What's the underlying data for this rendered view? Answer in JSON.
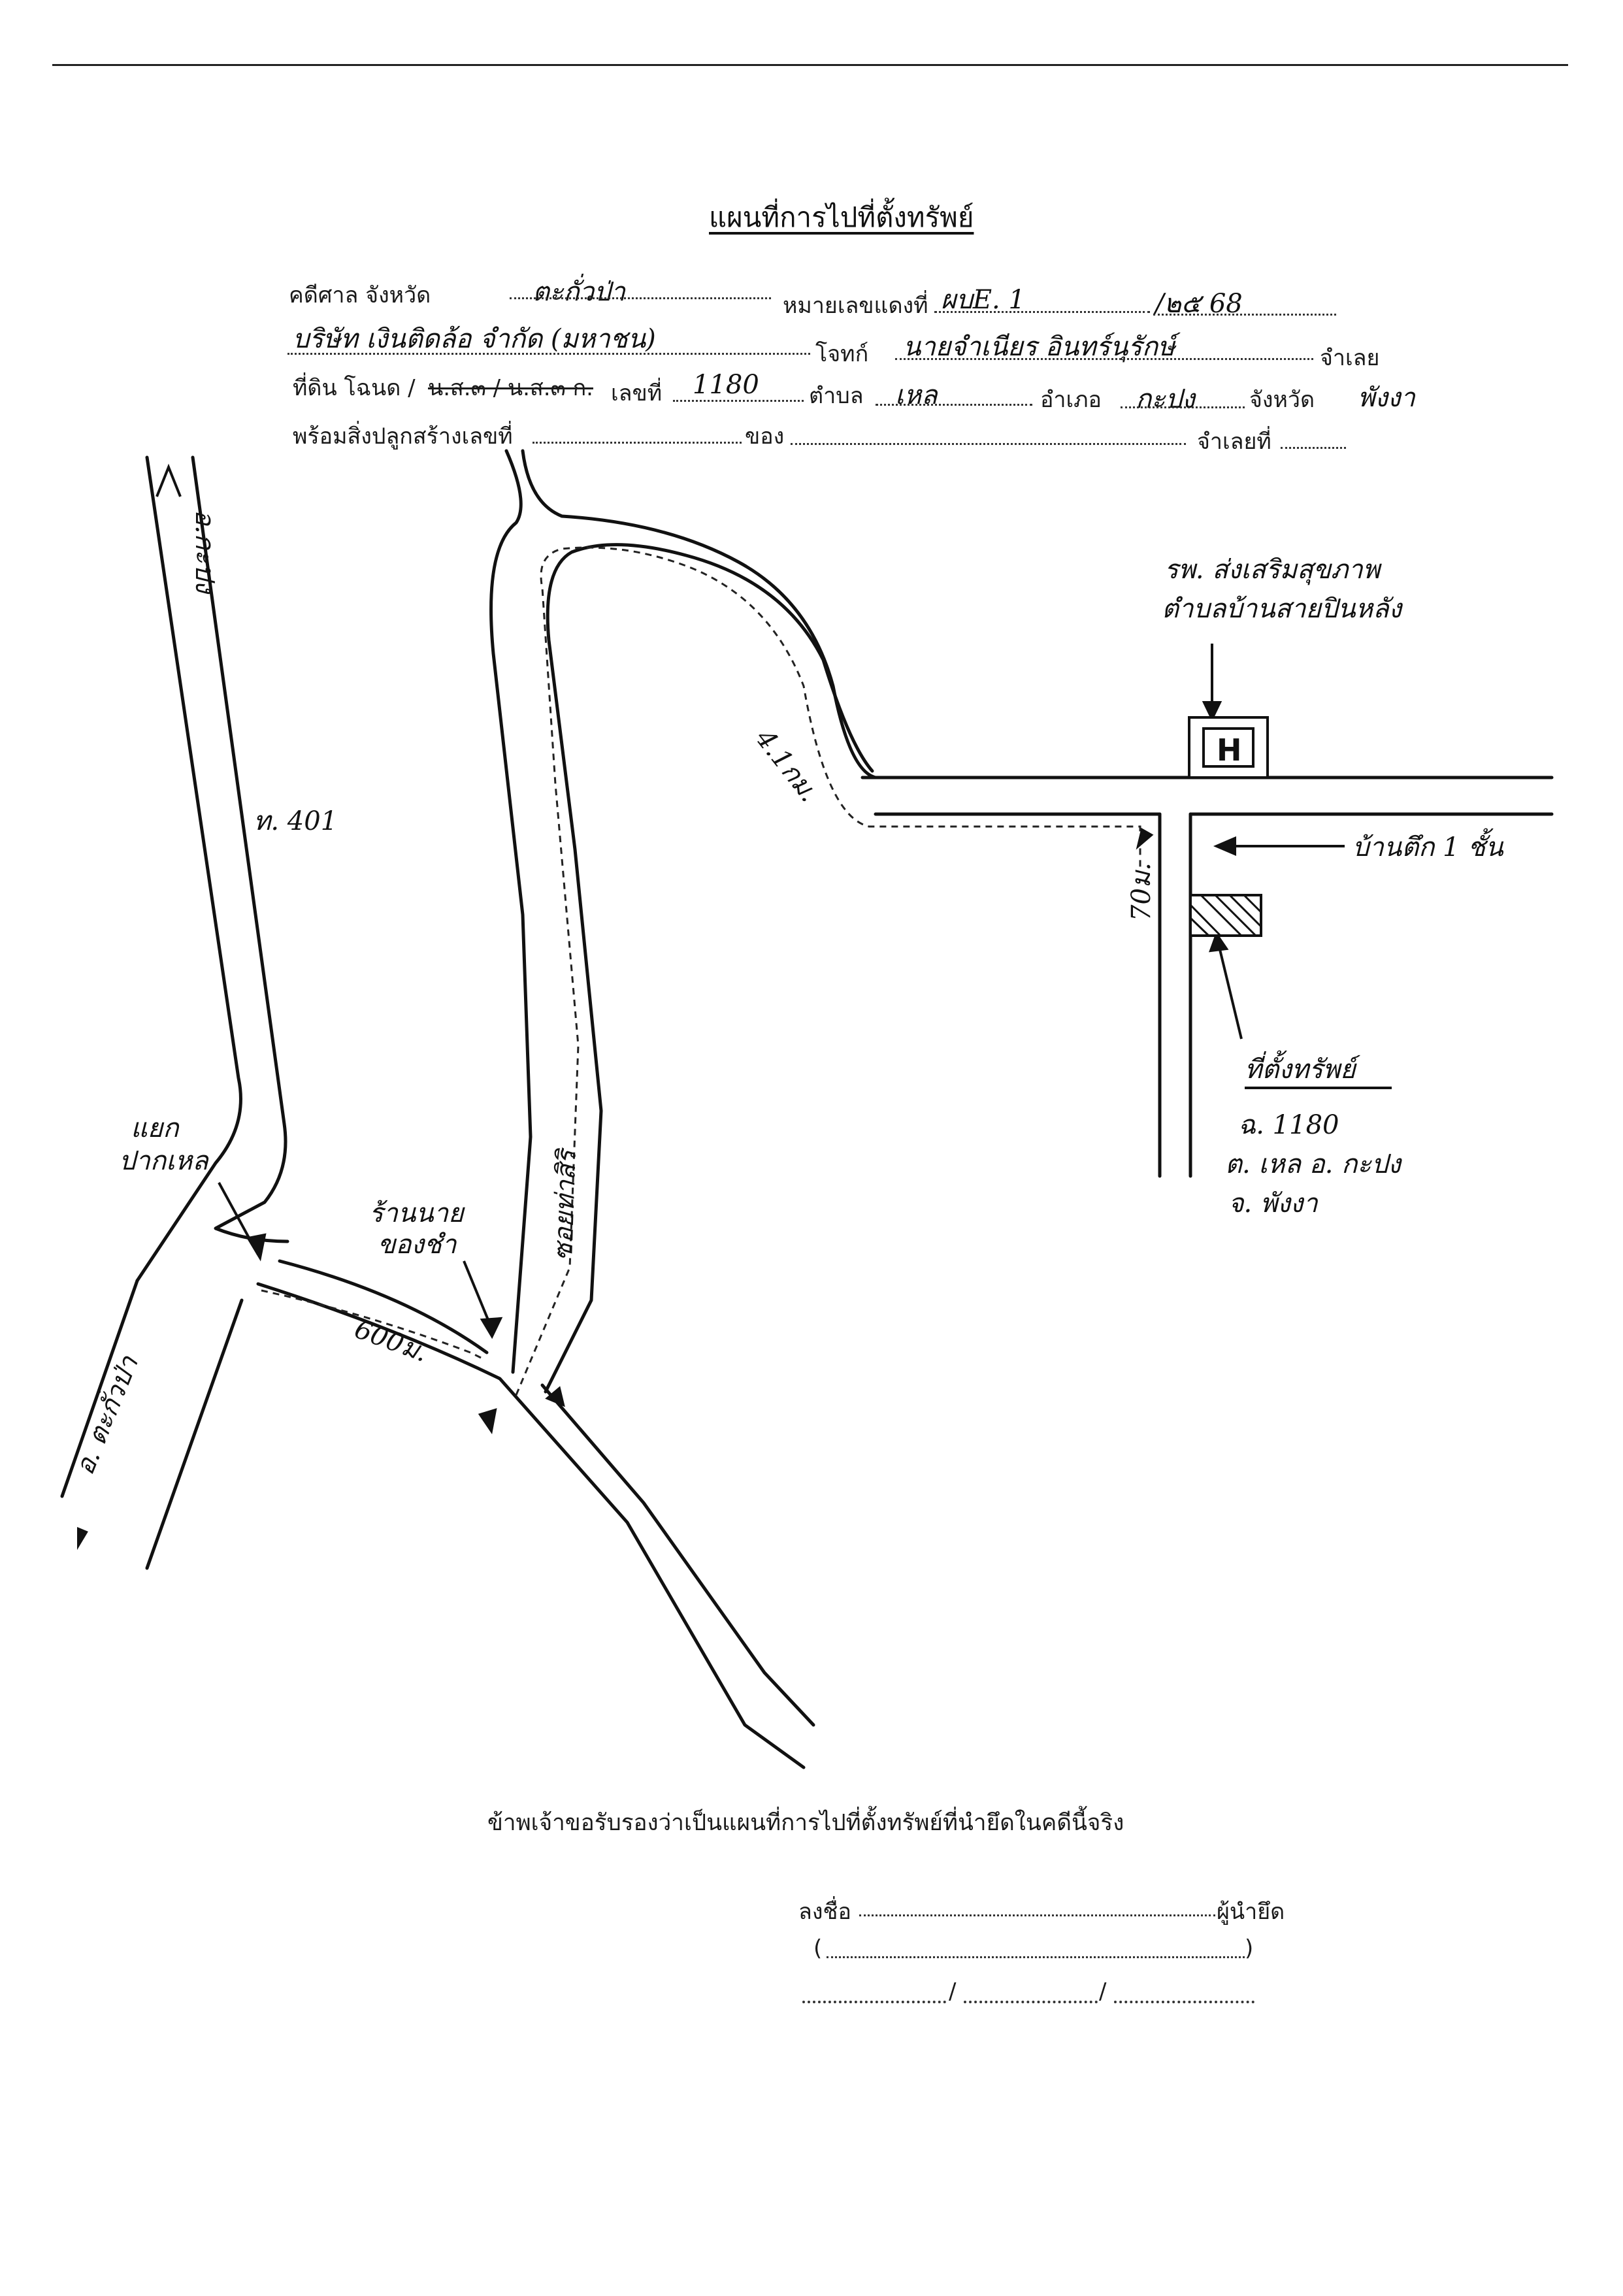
{
  "header": {
    "title": "แผนที่การไปที่ตั้งทรัพย์"
  },
  "form": {
    "line1": {
      "court_label": "คดีศาล จังหวัด",
      "court_value": "ตะกั่วป่า",
      "case_no_label": "หมายเลขแดงที่",
      "case_no_value": "ผบE. 1",
      "case_year_value": "/๒๕ 68"
    },
    "line2": {
      "plaintiff_value": "บริษัท เงินติดล้อ จำกัด (มหาชน)",
      "plaintiff_label": "โจทก์",
      "defendant_value": "นายจำเนียร อินทร์นุรักษ์",
      "defendant_label": "จำเลย"
    },
    "line3": {
      "land_label": "ที่ดิน โฉนด /",
      "doc_types": "น.ส.๓ / น.ส.๓ ก.",
      "number_label": "เลขที่",
      "number_value": "1180",
      "subdistrict_label": "ตำบล",
      "subdistrict_value": "เหล",
      "district_label": "อำเภอ",
      "district_value": "กะปง",
      "province_label": "จังหวัด",
      "province_value": "พังงา"
    },
    "line4": {
      "building_label": "พร้อมสิ่งปลูกสร้างเลขที่",
      "of_label": "ของ",
      "defendant_no_label": "จำเลยที่"
    }
  },
  "map": {
    "road_to_ao_kaphong": "อ.กะปง",
    "road_401": "ท. 401",
    "junction_label_1": "แยก",
    "junction_label_2": "ปากเหล",
    "road_to_takuapa": "อ. ตะกั่วป่า",
    "dist_600m": "600ม.",
    "shop_label_1": "ร้านนาย",
    "shop_label_2": "ของชำ",
    "soi_name": "ซอยท่าสิริ",
    "dist_4_1km": "4.1กม.",
    "dist_70m": "70ม.",
    "hospital_line1": "รพ. ส่งเสริมสุขภาพ",
    "hospital_line2": "ตำบลบ้านสายปินหลัง",
    "hospital_symbol": "H",
    "house_label": "บ้านตึก 1 ชั้น",
    "property_label": "ที่ตั้งทรัพย์",
    "prop_detail_1": "ฉ. 1180",
    "prop_detail_2": "ต. เหล อ. กะปง",
    "prop_detail_3": "จ. พังงา"
  },
  "certification": {
    "statement": "ข้าพเจ้าขอรับรองว่าเป็นแผนที่การไปที่ตั้งทรัพย์ที่นำยึดในคดีนี้จริง",
    "sign_label": "ลงชื่อ",
    "seizer_label": "ผู้นำยึด",
    "paren_open": "(",
    "paren_close": ")",
    "date_sep": "/"
  }
}
